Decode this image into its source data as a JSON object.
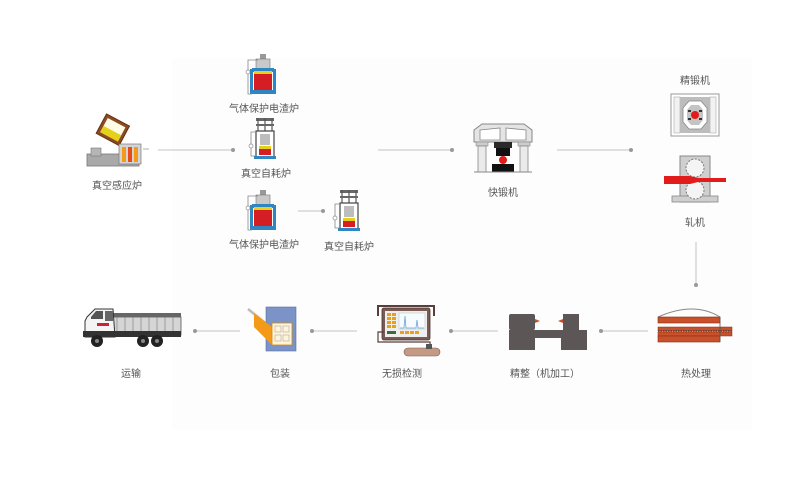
{
  "diagram": {
    "type": "process-flow",
    "direction": "left-to-right top row, then down, then right-to-left bottom row",
    "colors": {
      "connector": "#bbbbbb",
      "connector_dot": "#999999",
      "hot_red": "#d42020",
      "brick": "#c8502a",
      "steel_gray": "#9a9a9a",
      "blue_frame": "#3f8fc4",
      "machine_dark": "#5c5656",
      "label": "#555555"
    },
    "steps": [
      {
        "id": "vim",
        "label": "真空感应炉",
        "icon": "vacuum-induction-furnace-icon"
      },
      {
        "id": "esr1",
        "label": "气体保护电渣炉",
        "icon": "electroslag-furnace-icon"
      },
      {
        "id": "var1",
        "label": "真空自耗炉",
        "icon": "vacuum-arc-furnace-icon"
      },
      {
        "id": "esr2",
        "label": "气体保护电渣炉",
        "icon": "electroslag-furnace-icon"
      },
      {
        "id": "var2",
        "label": "真空自耗炉",
        "icon": "vacuum-arc-furnace-icon"
      },
      {
        "id": "forge",
        "label": "快锻机",
        "icon": "fast-forging-press-icon"
      },
      {
        "id": "precision_forge",
        "label": "精锻机",
        "icon": "precision-forging-machine-icon"
      },
      {
        "id": "rolling",
        "label": "轧机",
        "icon": "rolling-mill-icon"
      },
      {
        "id": "heat",
        "label": "热处理",
        "icon": "heat-treatment-furnace-icon"
      },
      {
        "id": "machining",
        "label": "精整（机加工）",
        "icon": "lathe-icon"
      },
      {
        "id": "ndt",
        "label": "无损检测",
        "icon": "ultrasonic-tester-icon"
      },
      {
        "id": "packing",
        "label": "包装",
        "icon": "bundle-package-icon"
      },
      {
        "id": "transport",
        "label": "运输",
        "icon": "truck-icon"
      }
    ],
    "edges": [
      [
        "vim",
        "esr1/var1"
      ],
      [
        "esr2",
        "var2"
      ],
      [
        "remelt",
        "forge"
      ],
      [
        "forge",
        "precision_forge/rolling"
      ],
      [
        "rolling",
        "heat"
      ],
      [
        "heat",
        "machining"
      ],
      [
        "machining",
        "ndt"
      ],
      [
        "ndt",
        "packing"
      ],
      [
        "packing",
        "transport"
      ]
    ]
  }
}
